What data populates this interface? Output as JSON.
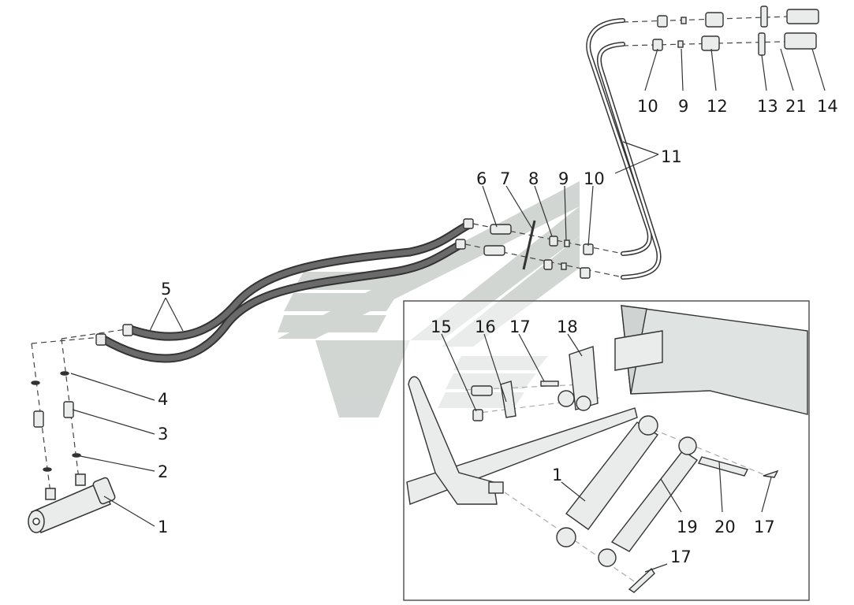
{
  "colors": {
    "hose": "#4a4a4a",
    "metal": "#e9ecea",
    "outline": "#333333",
    "watermark": "#c9cfcc",
    "frame": "#555555",
    "beam": "#dfe3e1"
  },
  "callouts": [
    {
      "id": "c10a",
      "text": "10"
    },
    {
      "id": "c9a",
      "text": "9"
    },
    {
      "id": "c12",
      "text": "12"
    },
    {
      "id": "c13",
      "text": "13"
    },
    {
      "id": "c21",
      "text": "21"
    },
    {
      "id": "c14",
      "text": "14"
    },
    {
      "id": "c11",
      "text": "11"
    },
    {
      "id": "c6",
      "text": "6"
    },
    {
      "id": "c7",
      "text": "7"
    },
    {
      "id": "c8",
      "text": "8"
    },
    {
      "id": "c9b",
      "text": "9"
    },
    {
      "id": "c10b",
      "text": "10"
    },
    {
      "id": "c5",
      "text": "5"
    },
    {
      "id": "c4",
      "text": "4"
    },
    {
      "id": "c3",
      "text": "3"
    },
    {
      "id": "c2",
      "text": "2"
    },
    {
      "id": "c1a",
      "text": "1"
    },
    {
      "id": "c15",
      "text": "15"
    },
    {
      "id": "c16",
      "text": "16"
    },
    {
      "id": "c17a",
      "text": "17"
    },
    {
      "id": "c18",
      "text": "18"
    },
    {
      "id": "c1b",
      "text": "1"
    },
    {
      "id": "c19",
      "text": "19"
    },
    {
      "id": "c20",
      "text": "20"
    },
    {
      "id": "c17b",
      "text": "17"
    },
    {
      "id": "c17c",
      "text": "17"
    }
  ]
}
